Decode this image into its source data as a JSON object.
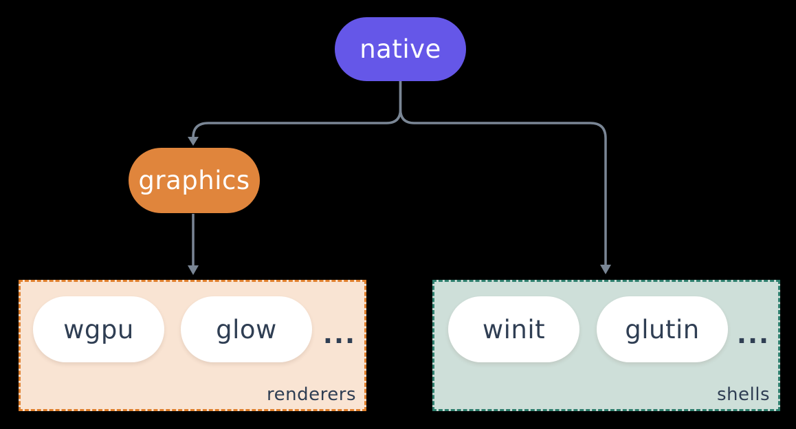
{
  "colors": {
    "background": "#000000",
    "connector": "#7a8695",
    "native_bg": "#6557e8",
    "graphics_bg": "#e0853c",
    "node_text": "#ffffff",
    "renderers_bg": "#f9e4d3",
    "renderers_border": "#e07f2c",
    "shells_bg": "#cedfd9",
    "shells_border": "#2e7f6e",
    "pill_bg": "#ffffff",
    "dark_text": "#2f3e53"
  },
  "nodes": {
    "native": {
      "label": "native"
    },
    "graphics": {
      "label": "graphics"
    }
  },
  "groups": {
    "renderers": {
      "label": "renderers",
      "items": [
        "wgpu",
        "glow"
      ],
      "ellipsis": "..."
    },
    "shells": {
      "label": "shells",
      "items": [
        "winit",
        "glutin"
      ],
      "ellipsis": "..."
    }
  }
}
